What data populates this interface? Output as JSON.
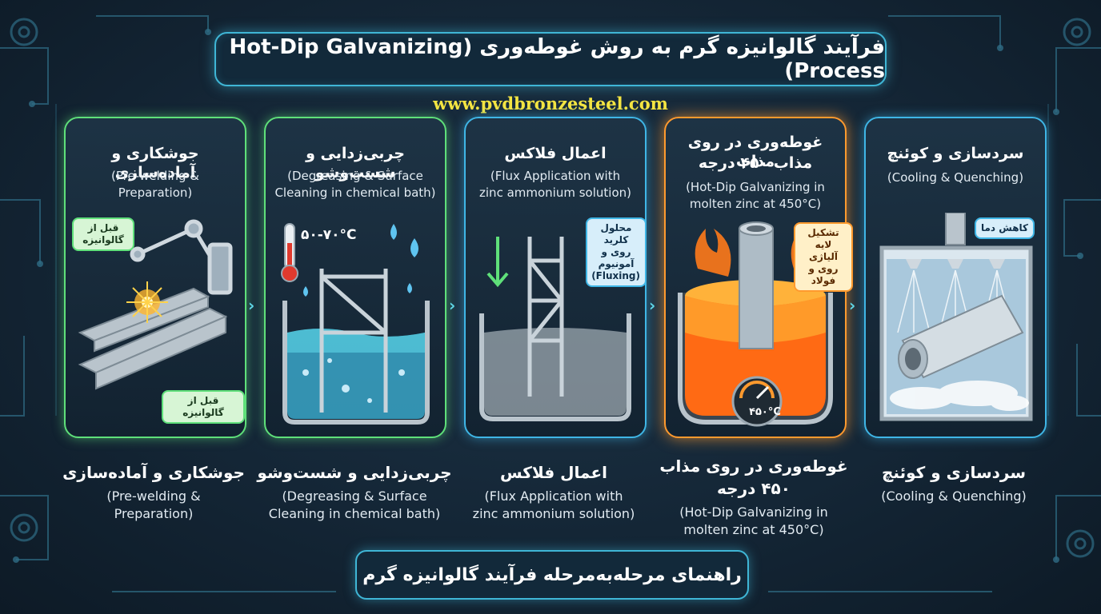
{
  "title": "فرآیند گالوانیزه گرم به روش غوطه‌وری (Hot-Dip Galvanizing Process)",
  "website": "www.pvdbronzesteel.com",
  "steps": [
    {
      "title": "جوشکاری و آماده‌سازی",
      "subtitle_line1": "(Pre-welding &",
      "subtitle_line2": "Preparation)",
      "accent": "#5fe07a",
      "bubble1": "قبل از گالوانیزه",
      "bubble2": "قبل از گالوانیزه"
    },
    {
      "title": "چربی‌زدایی و شست‌وشو",
      "subtitle_line1": "(Degreasing & Surface",
      "subtitle_line2": "Cleaning in chemical bath)",
      "accent": "#5fe07a",
      "temp": "۵۰-۷۰°C"
    },
    {
      "title": "اعمال فلاکس",
      "subtitle_line1": "(Flux Application with",
      "subtitle_line2": "zinc ammonium solution)",
      "accent": "#3fb6e6",
      "bubble_line1": "محلول کلرید",
      "bubble_line2": "روی و آمونیوم",
      "bubble_line3": "(Fluxing)"
    },
    {
      "title_line1": "غوطه‌وری در روی مذاب",
      "title_line2": "مذاب ۴۵۰ درجه",
      "subtitle_line1": "(Hot-Dip Galvanizing in",
      "subtitle_line2": "molten zinc at 450°C)",
      "accent": "#ff9a2e",
      "bubble_line1": "تشکیل لایه",
      "bubble_line2": "آلیاژی",
      "bubble_line3": "روی و فولاد",
      "gauge": "۴۵۰°C"
    },
    {
      "title": "سردسازی و کوئنچ",
      "subtitle": "(Cooling & Quenching)",
      "accent": "#3fb6e6",
      "bubble": "کاهش دما"
    }
  ],
  "lower_labels": [
    {
      "title": "جوشکاری و آماده‌سازی",
      "line1": "(Pre-welding &",
      "line2": "Preparation)"
    },
    {
      "title": "چربی‌زدایی و شست‌وشو",
      "line1": "(Degreasing & Surface",
      "line2": "Cleaning in chemical bath)"
    },
    {
      "title": "اعمال فلاکس",
      "line1": "(Flux Application with",
      "line2": "zinc ammonium solution)"
    },
    {
      "title_line1": "غوطه‌وری در روی مذاب",
      "title_line2": "۴۵۰ درجه",
      "line1": "(Hot-Dip Galvanizing in",
      "line2": "molten zinc at 450°C)"
    },
    {
      "title": "سردسازی و کوئنچ",
      "line1": "(Cooling & Quenching)"
    }
  ],
  "footer": "راهنمای مرحله‌به‌مرحله فرآیند گالوانیزه گرم",
  "chevron": "›"
}
